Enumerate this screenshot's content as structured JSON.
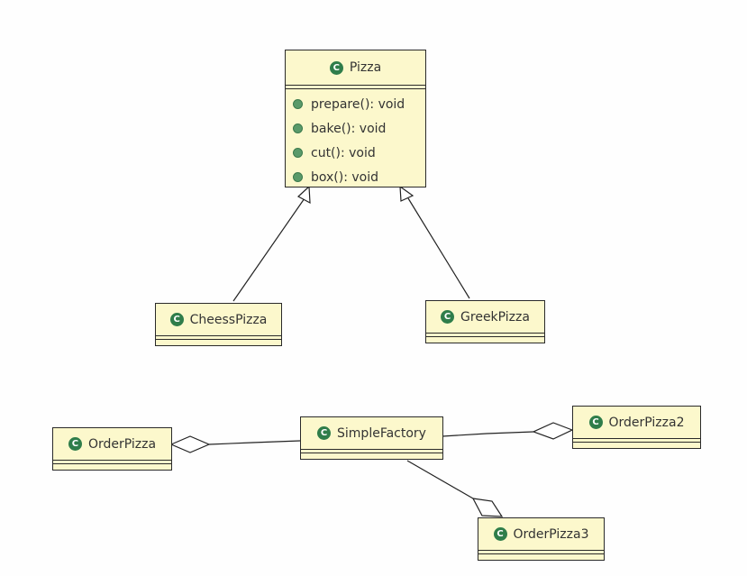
{
  "classes": {
    "pizza": {
      "name": "Pizza",
      "methods": [
        "prepare(): void",
        "bake(): void",
        "cut(): void",
        "box(): void"
      ]
    },
    "cheess": {
      "name": "CheessPizza"
    },
    "greek": {
      "name": "GreekPizza"
    },
    "order": {
      "name": "OrderPizza"
    },
    "factory": {
      "name": "SimpleFactory"
    },
    "order2": {
      "name": "OrderPizza2"
    },
    "order3": {
      "name": "OrderPizza3"
    }
  },
  "icon_letter": "C",
  "colors": {
    "box_fill": "#fcf8cc",
    "icon": "#2f7d4a"
  }
}
